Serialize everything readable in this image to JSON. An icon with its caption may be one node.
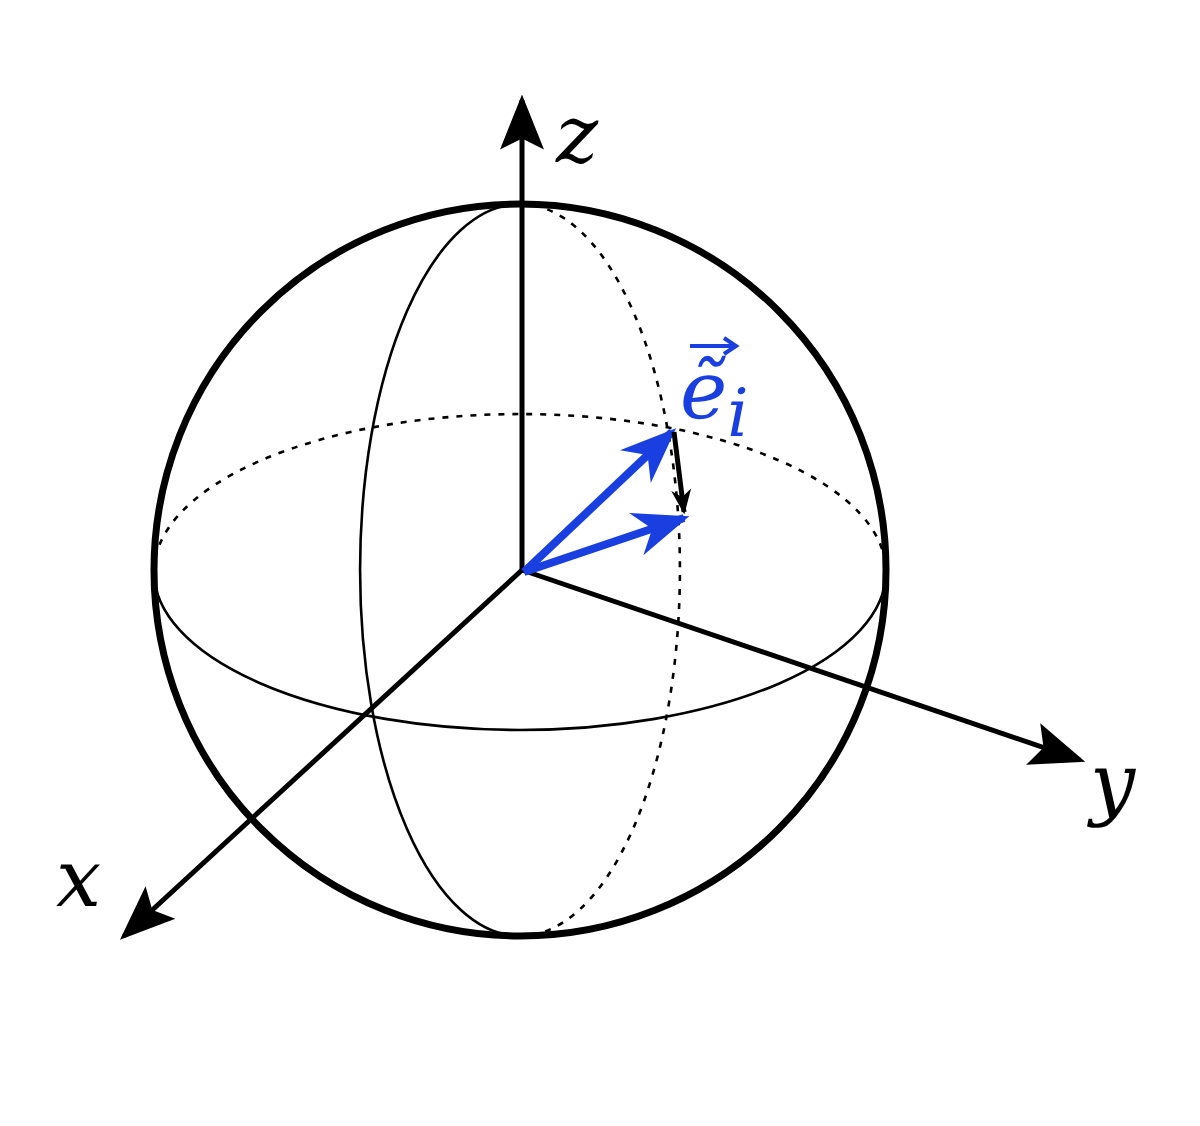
{
  "diagram": {
    "labels": [
      "z",
      "ẽ$_{i}$",
      "y",
      "x"
    ]
  }
}
